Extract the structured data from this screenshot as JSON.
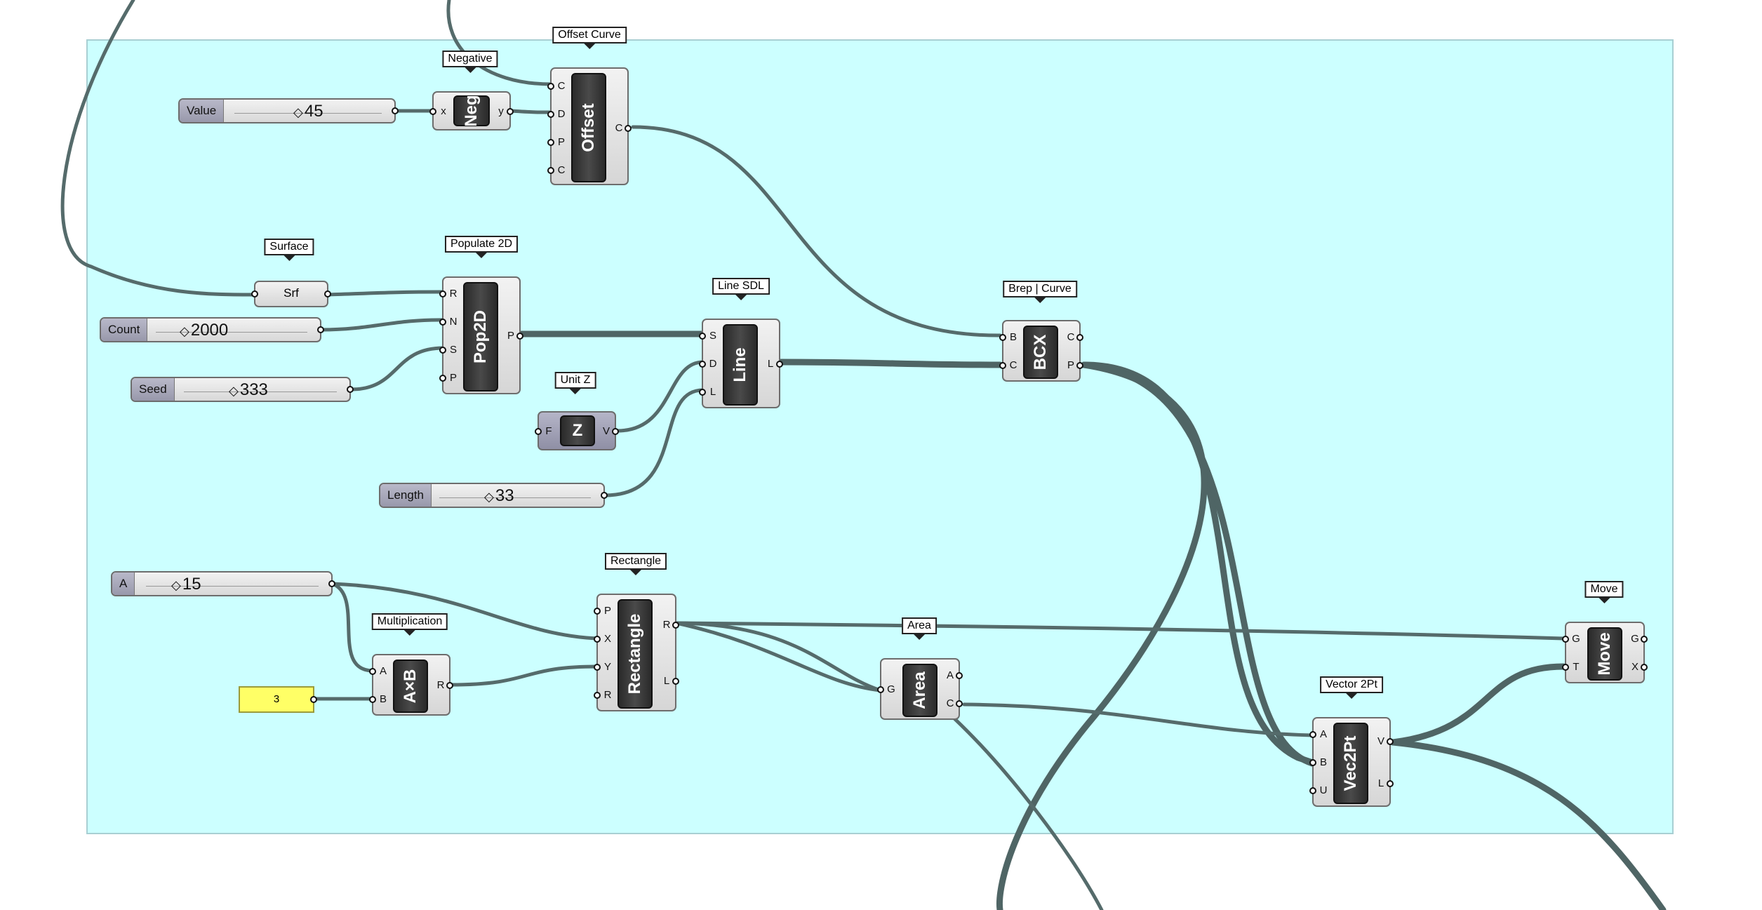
{
  "components": {
    "offset_curve": {
      "label": "Offset Curve",
      "core": "Offset",
      "inputs": [
        "C",
        "D",
        "P",
        "C"
      ],
      "outputs": [
        "C"
      ]
    },
    "negative": {
      "label": "Negative",
      "core": "Neg",
      "inputs": [
        "x"
      ],
      "outputs": [
        "y"
      ]
    },
    "populate2d": {
      "label": "Populate 2D",
      "core": "Pop2D",
      "inputs": [
        "R",
        "N",
        "S",
        "P"
      ],
      "outputs": [
        "P"
      ]
    },
    "line_sdl": {
      "label": "Line SDL",
      "core": "Line",
      "inputs": [
        "S",
        "D",
        "L"
      ],
      "outputs": [
        "L"
      ]
    },
    "unit_z": {
      "label": "Unit Z",
      "core": "Z",
      "inputs": [
        "F"
      ],
      "outputs": [
        "V"
      ]
    },
    "brep_curve": {
      "label": "Brep | Curve",
      "core": "BCX",
      "inputs": [
        "B",
        "C"
      ],
      "outputs": [
        "C",
        "P"
      ]
    },
    "rectangle": {
      "label": "Rectangle",
      "core": "Rectangle",
      "inputs": [
        "P",
        "X",
        "Y",
        "R"
      ],
      "outputs": [
        "R",
        "L"
      ]
    },
    "multiplication": {
      "label": "Multiplication",
      "core": "A×B",
      "inputs": [
        "A",
        "B"
      ],
      "outputs": [
        "R"
      ]
    },
    "area": {
      "label": "Area",
      "core": "Area",
      "inputs": [
        "G"
      ],
      "outputs": [
        "A",
        "C"
      ]
    },
    "vector2pt": {
      "label": "Vector 2Pt",
      "core": "Vec2Pt",
      "inputs": [
        "A",
        "B",
        "U"
      ],
      "outputs": [
        "V",
        "L"
      ]
    },
    "move": {
      "label": "Move",
      "core": "Move",
      "inputs": [
        "G",
        "T"
      ],
      "outputs": [
        "G",
        "X"
      ]
    }
  },
  "params": {
    "surface": {
      "label": "Surface",
      "text": "Srf"
    }
  },
  "sliders": {
    "value": {
      "name": "Value",
      "value": "45"
    },
    "count": {
      "name": "Count",
      "value": "2000"
    },
    "seed": {
      "name": "Seed",
      "value": "333"
    },
    "length": {
      "name": "Length",
      "value": "33"
    },
    "a": {
      "name": "A",
      "value": "15"
    }
  },
  "panel": {
    "text": "3"
  },
  "colors": {
    "group_background": "#ccffff",
    "panel": "#ffff66",
    "wire": "#556b6b"
  }
}
